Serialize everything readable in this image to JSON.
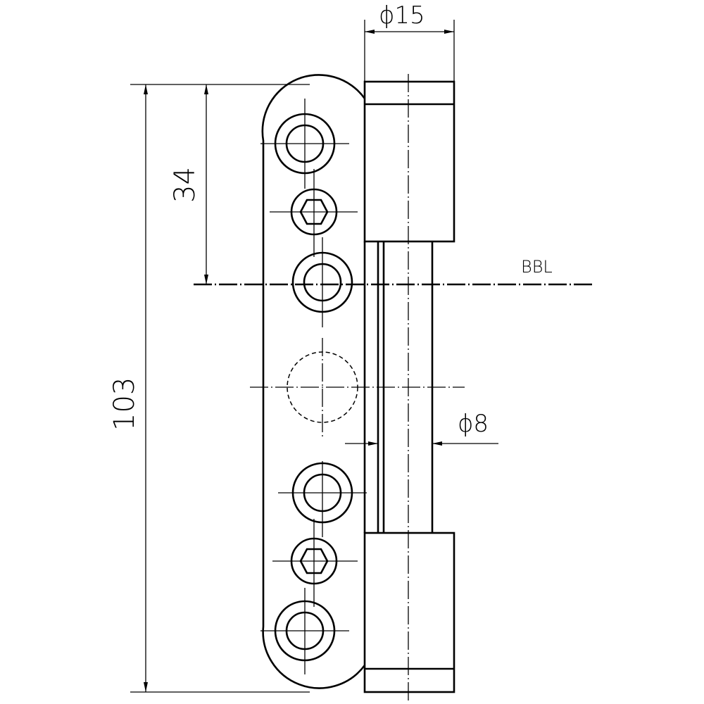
{
  "dimensions": {
    "total_height": "103",
    "bbl_offset": "34",
    "barrel_diameter": "ϕ15",
    "pin_diameter": "ϕ8"
  },
  "labels": {
    "bbl": "BBL"
  }
}
